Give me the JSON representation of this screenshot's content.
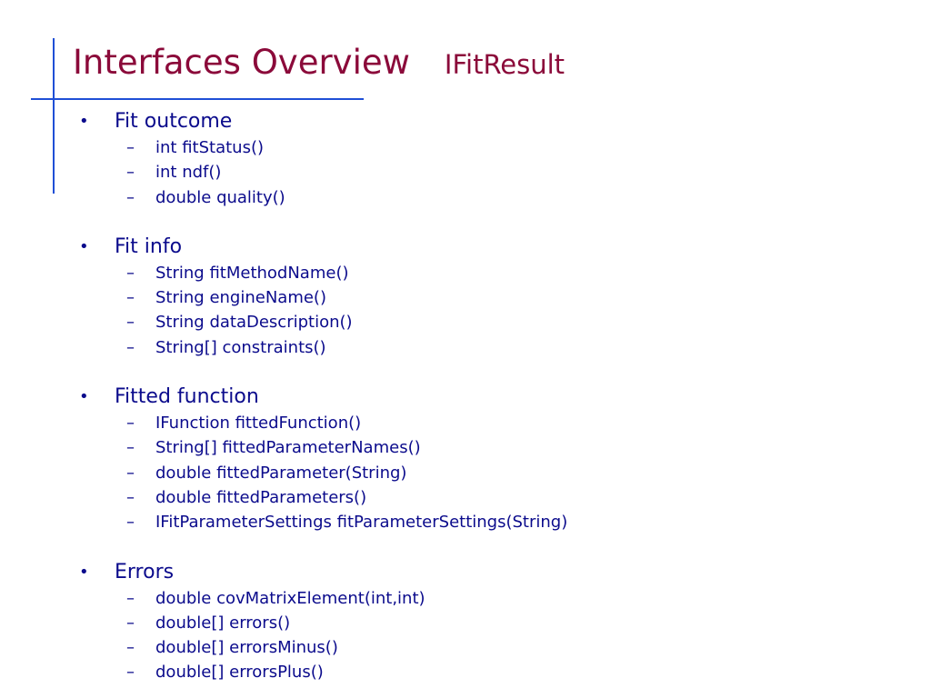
{
  "title": {
    "main": "Interfaces Overview",
    "sub": "IFitResult"
  },
  "sections": [
    {
      "label": "Fit outcome",
      "items": [
        "int fitStatus()",
        "int ndf()",
        "double quality()"
      ]
    },
    {
      "label": "Fit info",
      "items": [
        "String fitMethodName()",
        "String engineName()",
        "String dataDescription()",
        "String[] constraints()"
      ]
    },
    {
      "label": "Fitted function",
      "items": [
        "IFunction fittedFunction()",
        "String[] fittedParameterNames()",
        "double fittedParameter(String)",
        "double fittedParameters()",
        "IFitParameterSettings fitParameterSettings(String)"
      ]
    },
    {
      "label": "Errors",
      "items": [
        "double covMatrixElement(int,int)",
        "double[] errors()",
        "double[] errorsMinus()",
        "double[] errorsPlus()"
      ]
    }
  ],
  "symbols": {
    "bullet": "•",
    "dash": "–"
  },
  "colors": {
    "title": "#8b0a3a",
    "text": "#0b0b8c",
    "rule": "#1f4fd6",
    "background": "#ffffff"
  }
}
